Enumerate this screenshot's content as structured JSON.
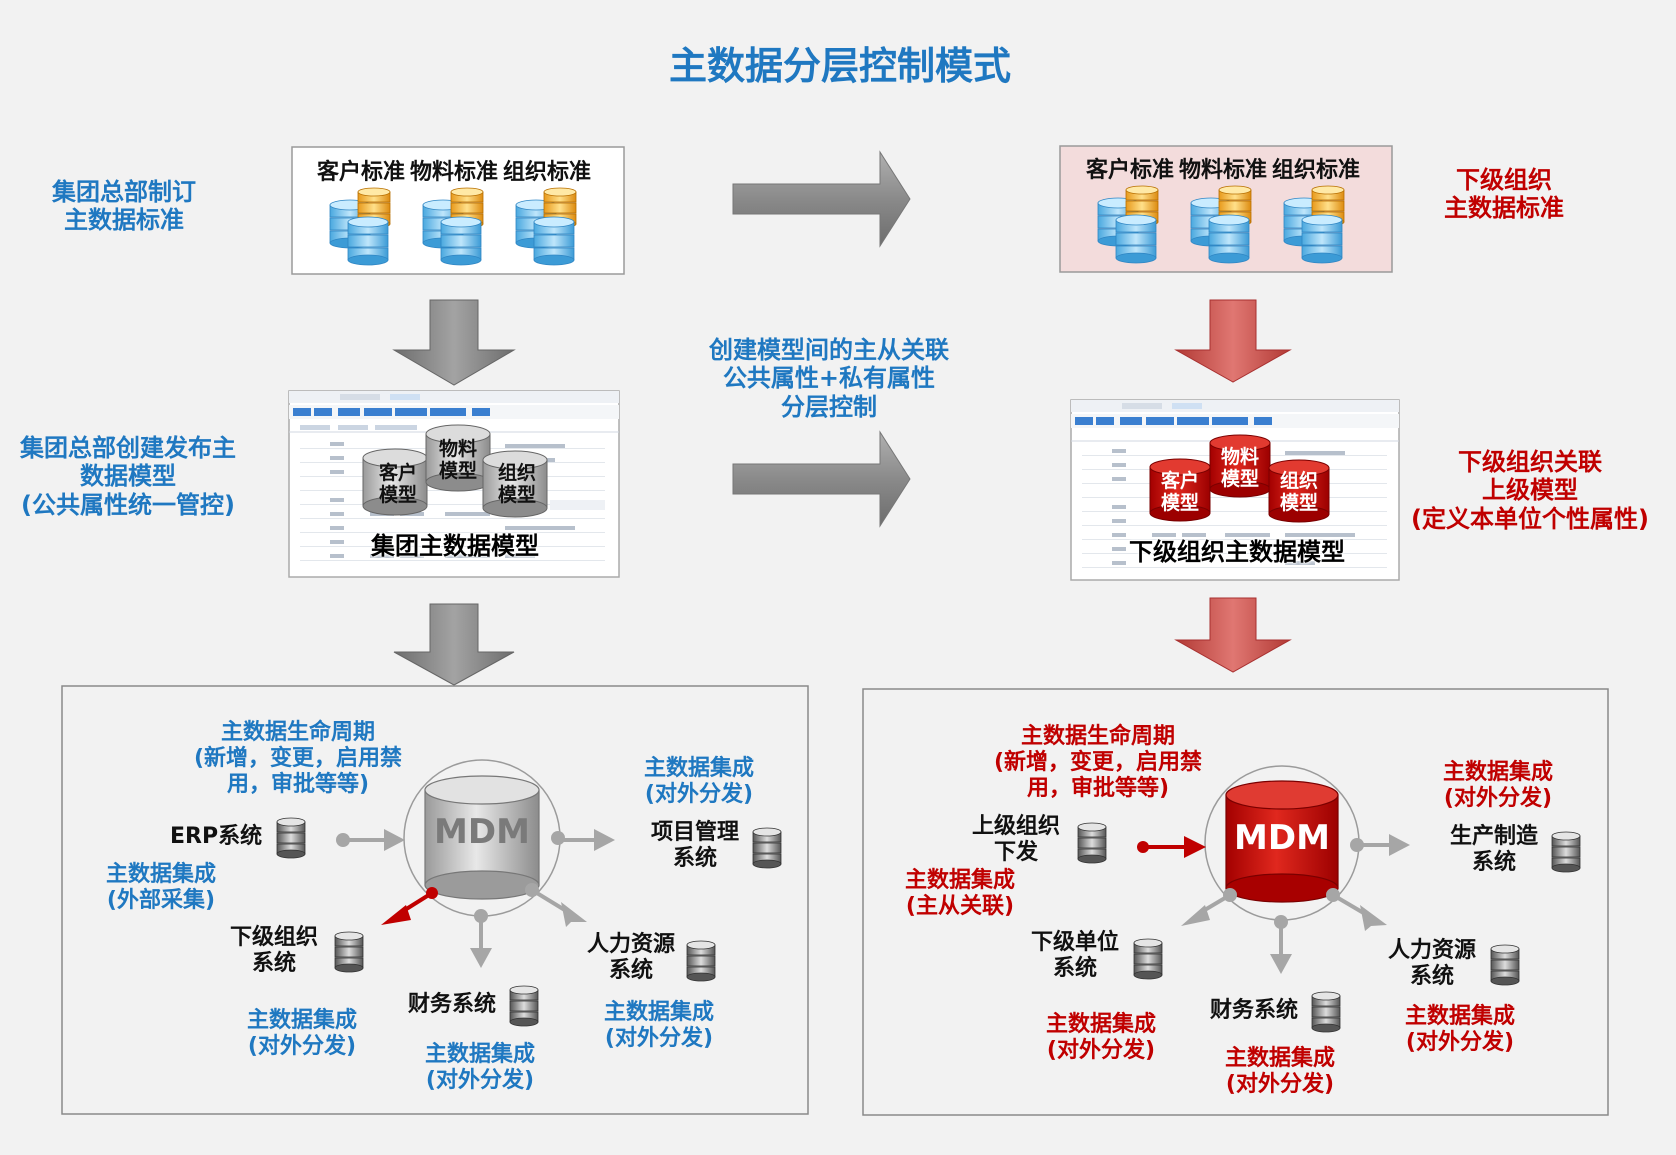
{
  "title": "主数据分层控制模式",
  "group": {
    "standard_label_1": "集团总部制订",
    "standard_label_2": "主数据标准",
    "standards": [
      "客户标准",
      "物料标准",
      "组织标准"
    ],
    "model_label": [
      "集团总部创建发布主",
      "数据模型",
      "(公共属性统一管控)"
    ],
    "models": [
      [
        "客户",
        "模型"
      ],
      [
        "物料",
        "模型"
      ],
      [
        "组织",
        "模型"
      ]
    ],
    "model_caption": "集团主数据模型",
    "mdm": {
      "center": "MDM",
      "lifecycle": [
        "主数据生命周期",
        "(新增，变更，启用禁",
        "用，审批等等)"
      ],
      "erp": "ERP系统",
      "erp_integration": [
        "主数据集成",
        "(外部采集)"
      ],
      "project": [
        "项目管理",
        "系统"
      ],
      "project_integration": [
        "主数据集成",
        "(对外分发)"
      ],
      "sub_org": [
        "下级组织",
        "系统"
      ],
      "sub_org_integration": [
        "主数据集成",
        "(对外分发)"
      ],
      "finance": "财务系统",
      "finance_integration": [
        "主数据集成",
        "(对外分发)"
      ],
      "hr": [
        "人力资源",
        "系统"
      ],
      "hr_integration": [
        "主数据集成",
        "(对外分发)"
      ]
    }
  },
  "middle": [
    "创建模型间的主从关联",
    "公共属性+私有属性",
    "分层控制"
  ],
  "sub": {
    "standard_label": [
      "下级组织",
      "主数据标准"
    ],
    "standards": [
      "客户标准",
      "物料标准",
      "组织标准"
    ],
    "model_label": [
      "下级组织关联",
      "上级模型",
      "(定义本单位个性属性)"
    ],
    "models": [
      [
        "客户",
        "模型"
      ],
      [
        "物料",
        "模型"
      ],
      [
        "组织",
        "模型"
      ]
    ],
    "model_caption": "下级组织主数据模型",
    "mdm": {
      "center": "MDM",
      "lifecycle": [
        "主数据生命周期",
        "(新增，变更，启用禁",
        "用，审批等等)"
      ],
      "upper": [
        "上级组织",
        "下发"
      ],
      "upper_integration": [
        "主数据集成",
        "(主从关联)"
      ],
      "production": [
        "生产制造",
        "系统"
      ],
      "production_integration": [
        "主数据集成",
        "(对外分发)"
      ],
      "sub_unit": [
        "下级单位",
        "系统"
      ],
      "sub_unit_integration": [
        "主数据集成",
        "(对外分发)"
      ],
      "finance": "财务系统",
      "finance_integration": [
        "主数据集成",
        "(对外分发)"
      ],
      "hr": [
        "人力资源",
        "系统"
      ],
      "hr_integration": [
        "主数据集成",
        "(对外分发)"
      ]
    }
  },
  "colors": {
    "blue": "#1f78c1",
    "red": "#c00000",
    "arrow_gray": "#8c8c8c",
    "arrow_red": "#c9504b",
    "pink_panel": "#f3dcdc"
  }
}
